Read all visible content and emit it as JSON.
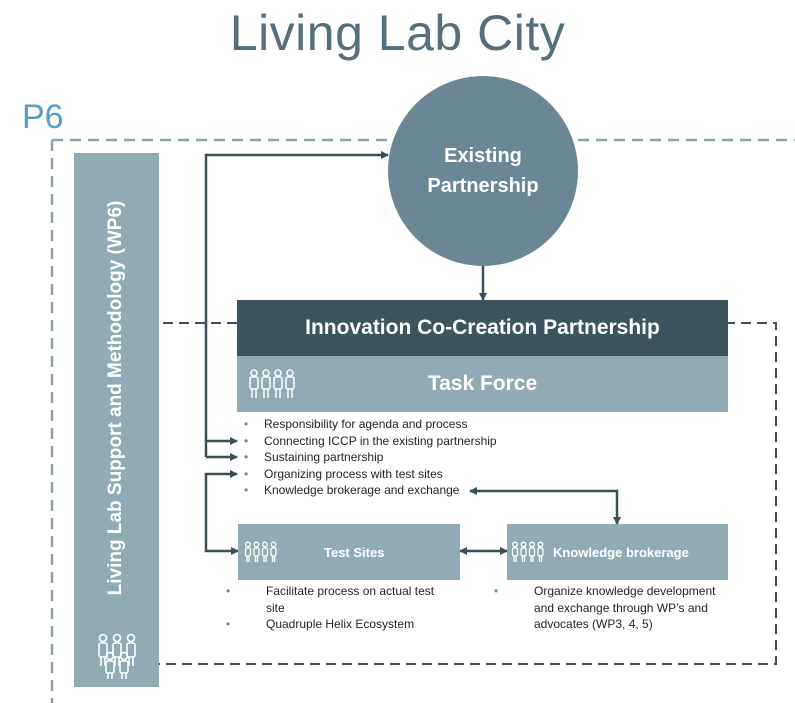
{
  "title": "Living Lab City",
  "partial_label": "P6",
  "existing_partnership": {
    "line1": "Existing",
    "line2": "Partnership"
  },
  "sidebar": {
    "label": "Living Lab Support and Methodology (WP6)"
  },
  "iccp": {
    "title": "Innovation Co-Creation Partnership"
  },
  "task_force": {
    "title": "Task Force",
    "items": [
      "Responsibility for agenda and process",
      "Connecting ICCP in the existing partnership",
      "Sustaining partnership",
      "Organizing process with test sites",
      "Knowledge brokerage and exchange"
    ]
  },
  "test_sites": {
    "title": "Test Sites",
    "items": [
      "Facilitate process on actual test site",
      "Quadruple Helix Ecosystem"
    ]
  },
  "knowledge_brokerage": {
    "title": "Knowledge brokerage",
    "items": [
      "Organize knowledge development and exchange through WP’s and advocates (WP3, 4, 5)"
    ]
  },
  "colors": {
    "circle": "#6a8793",
    "dark_bar": "#3d545e",
    "light_bar": "#92aab3",
    "title": "#55707c",
    "arrow": "#3a4e57",
    "dashed": "#8aa2ac"
  }
}
